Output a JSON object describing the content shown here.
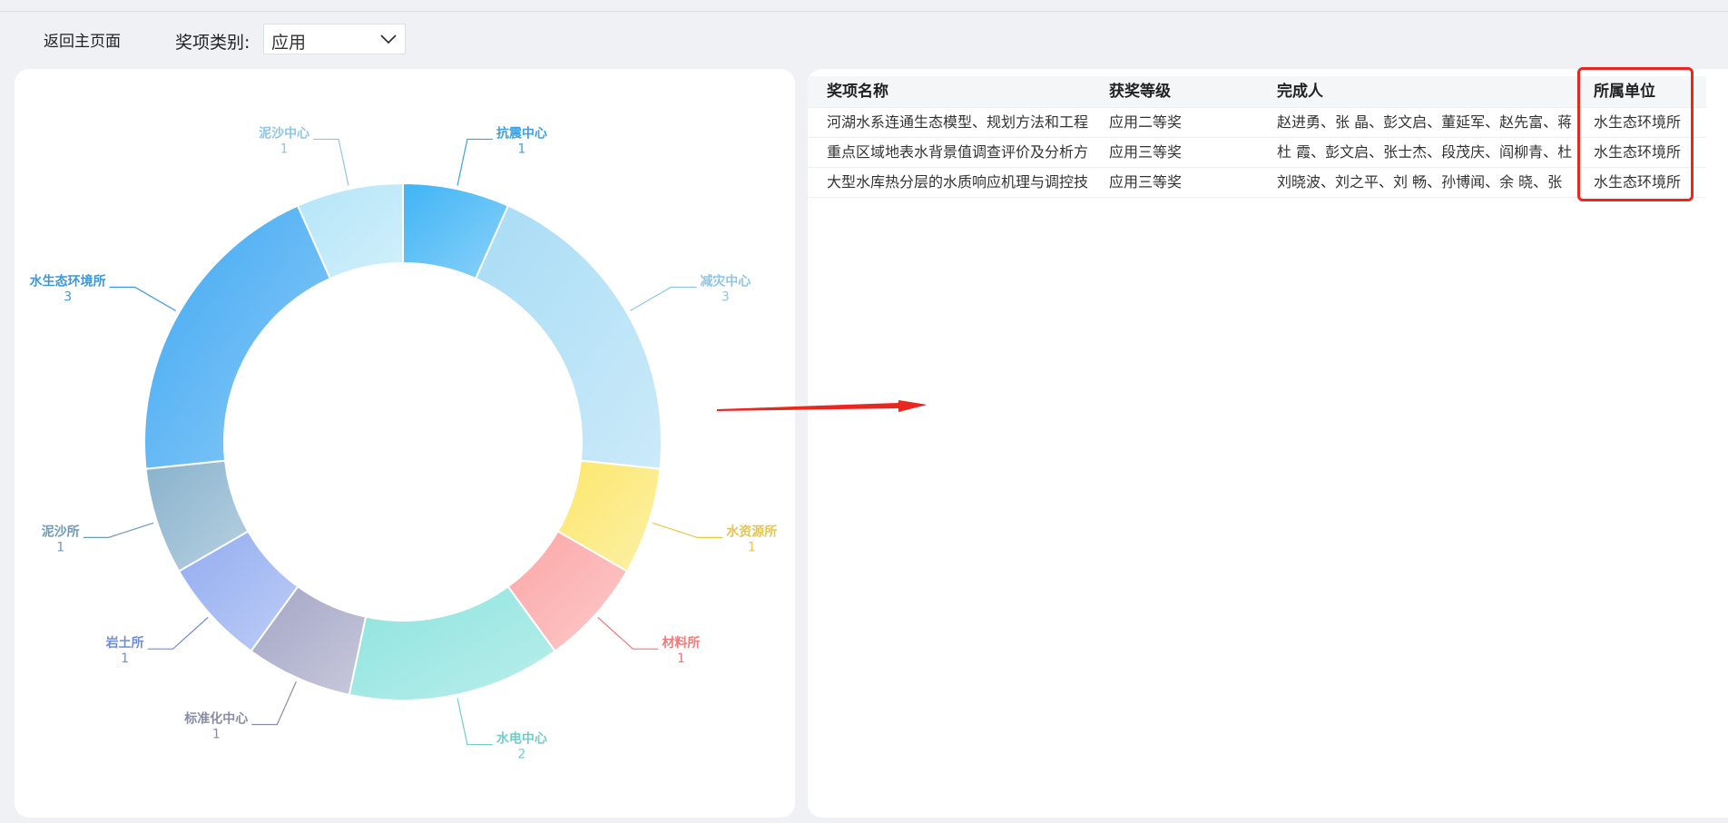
{
  "toolbar": {
    "back_label": "返回主页面",
    "filter_label": "奖项类别:",
    "filter_value": "应用"
  },
  "chart_data": {
    "type": "pie",
    "donut": true,
    "slices": [
      {
        "label": "抗震中心",
        "value": 1,
        "color": "#3fb4f5"
      },
      {
        "label": "减灾中心",
        "value": 3,
        "color": "#a8dcf5"
      },
      {
        "label": "水资源所",
        "value": 1,
        "color": "#fbe76c"
      },
      {
        "label": "材料所",
        "value": 1,
        "color": "#fca6a6"
      },
      {
        "label": "水电中心",
        "value": 2,
        "color": "#8ce3de"
      },
      {
        "label": "标准化中心",
        "value": 1,
        "color": "#a3a5c5"
      },
      {
        "label": "岩土所",
        "value": 1,
        "color": "#92acf0"
      },
      {
        "label": "泥沙所",
        "value": 1,
        "color": "#88b2cc"
      },
      {
        "label": "水生态环境所",
        "value": 3,
        "color": "#3fa8f2"
      },
      {
        "label": "泥沙中心",
        "value": 1,
        "color": "#b3e5f8"
      }
    ],
    "label_colors": [
      "#3aa2e6",
      "#8fc6e6",
      "#e6c64c",
      "#f07b7b",
      "#6fcfc8",
      "#8a8ca6",
      "#6f8ed6",
      "#6f9ab6",
      "#3a97de",
      "#8fc6e6"
    ]
  },
  "table": {
    "columns": [
      "奖项名称",
      "获奖等级",
      "完成人",
      "所属单位"
    ],
    "rows": [
      [
        "河湖水系连通生态模型、规划方法和工程",
        "应用二等奖",
        "赵进勇、张 晶、彭文启、董延军、赵先富、蒋",
        "水生态环境所"
      ],
      [
        "重点区域地表水背景值调查评价及分析方",
        "应用三等奖",
        "杜 霞、彭文启、张士杰、段茂庆、阎柳青、杜",
        "水生态环境所"
      ],
      [
        "大型水库热分层的水质响应机理与调控技",
        "应用三等奖",
        "刘晓波、刘之平、刘 畅、孙博闻、余 晓、张",
        "水生态环境所"
      ]
    ]
  },
  "colors": {
    "highlight_border": "#e8271f",
    "arrow": "#e8271f"
  }
}
